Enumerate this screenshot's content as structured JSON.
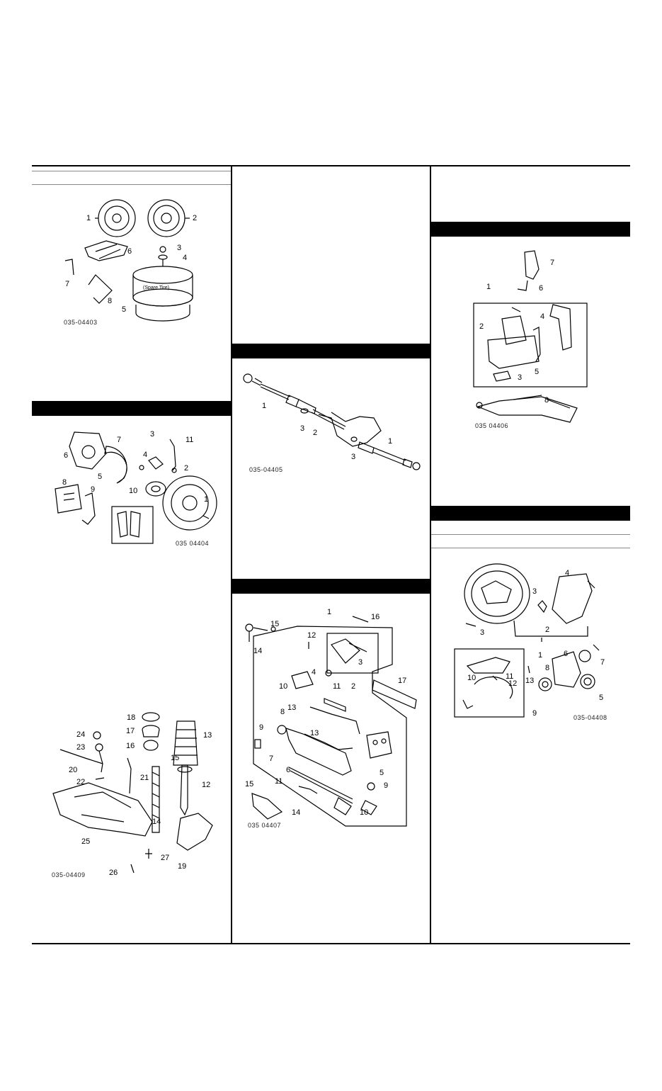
{
  "figures": {
    "wheel": {
      "code": "035-04403",
      "callouts": [
        "1",
        "2",
        "3",
        "4",
        "5",
        "6",
        "7",
        "8"
      ],
      "spare_label": "(Spare Tire)"
    },
    "brake": {
      "code": "035 04404",
      "callouts": [
        "1",
        "2",
        "3",
        "4",
        "5",
        "6",
        "7",
        "8",
        "9",
        "10",
        "11"
      ]
    },
    "suspension": {
      "code": "035-04409",
      "callouts": [
        "12",
        "13",
        "14",
        "15",
        "16",
        "17",
        "18",
        "19",
        "20",
        "21",
        "22",
        "23",
        "24",
        "25",
        "26",
        "27"
      ]
    },
    "driveshaft": {
      "code": "035-04405",
      "callouts": [
        "1",
        "2",
        "3",
        "3",
        "1"
      ]
    },
    "steering_gear": {
      "code": "035 04407",
      "callouts": [
        "1",
        "2",
        "3",
        "4",
        "5",
        "6",
        "7",
        "8",
        "9",
        "9",
        "10",
        "10",
        "11",
        "11",
        "12",
        "13",
        "13",
        "14",
        "14",
        "15",
        "15",
        "16",
        "17"
      ]
    },
    "power_steering": {
      "code": "035 04406",
      "callouts": [
        "1",
        "2",
        "3",
        "4",
        "5",
        "6",
        "7",
        "8"
      ]
    },
    "steering_column": {
      "code": "035-04408",
      "callouts": [
        "1",
        "2",
        "3",
        "3",
        "4",
        "5",
        "6",
        "7",
        "8",
        "9",
        "10",
        "11",
        "12",
        "13"
      ]
    }
  }
}
